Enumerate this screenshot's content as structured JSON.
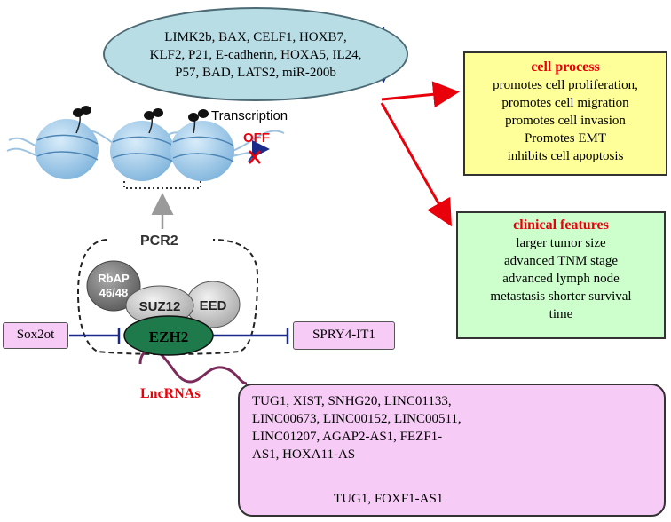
{
  "gene_oval": {
    "lines": [
      "LIMK2b, BAX, CELF1, HOXB7,",
      "KLF2, P21, E-cadherin, HOXA5, IL24,",
      "P57, BAD, LATS2, miR-200b"
    ]
  },
  "transcription_label": "Transcription",
  "off_label": "OFF",
  "pcr2_label": "PCR2",
  "rbap_lines": [
    "RbAP",
    "46/48"
  ],
  "suz12_label": "SUZ12",
  "eed_label": "EED",
  "ezh2_label": "EZH2",
  "lncrnas_label": "LncRNAs",
  "sox2ot_label": "Sox2ot",
  "spry4_label": "SPRY4-IT1",
  "cell_process": {
    "title": "cell process",
    "items": [
      "promotes cell proliferation,",
      "promotes cell migration",
      "promotes cell invasion",
      "Promotes EMT",
      "inhibits cell apoptosis"
    ]
  },
  "clinical_features": {
    "title": "clinical features",
    "items": [
      "larger tumor size",
      "advanced TNM stage",
      "advanced lymph node",
      "metastasis shorter survival",
      "time"
    ]
  },
  "lnc_box": {
    "up_lines": [
      "TUG1, XIST, SNHG20, LINC01133,",
      "LINC00673, LINC00152, LINC00511,",
      "LINC01207, AGAP2-AS1, FEZF1-",
      "AS1, HOXA11-AS"
    ],
    "down_line": "TUG1, FOXF1-AS1"
  },
  "colors": {
    "oval_fill": "#b8dde5",
    "cell_process_fill": "#ffff99",
    "clinical_fill": "#ccffcc",
    "pink_fill": "#f6ccf6",
    "ezh2_fill": "#1e7a4a",
    "red_arrow": "#e8000b",
    "blue_arrow": "#1a2a8a",
    "lncrna_strand": "#7b2a5a"
  }
}
